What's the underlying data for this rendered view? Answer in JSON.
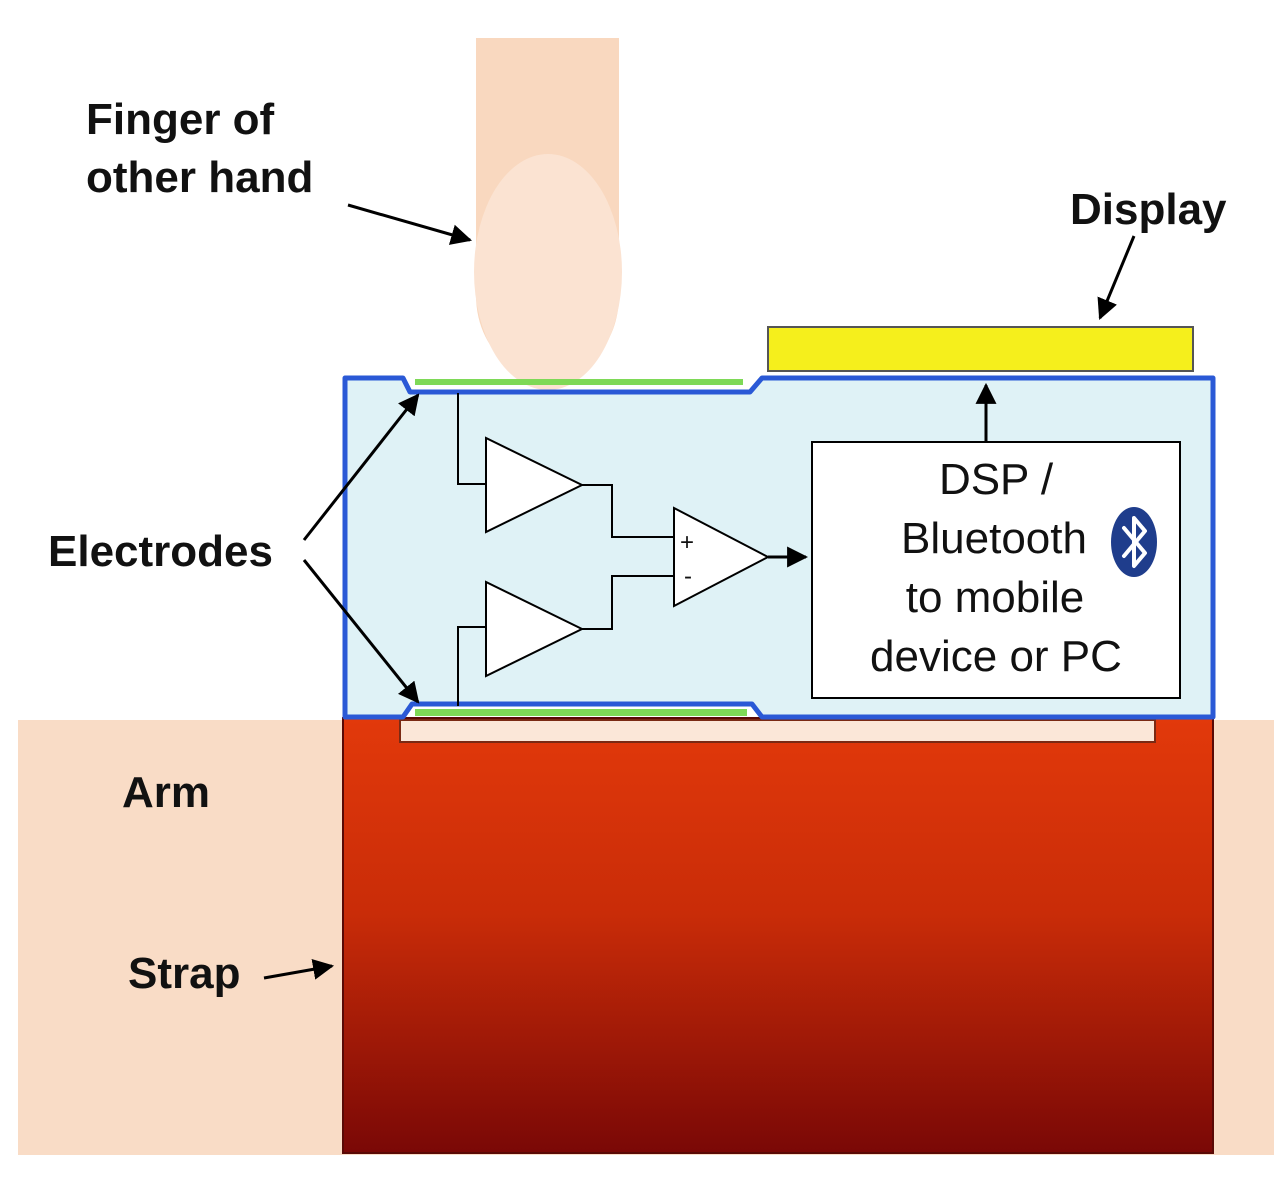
{
  "labels": {
    "finger_line1": "Finger of",
    "finger_line2": "other hand",
    "display": "Display",
    "electrodes": "Electrodes",
    "arm": "Arm",
    "strap": "Strap"
  },
  "dsp_box": {
    "line1": "DSP /",
    "line2": "Bluetooth",
    "line3": "to mobile",
    "line4": "device or PC"
  },
  "amp_signs": {
    "plus": "+",
    "minus": "-"
  },
  "icons": {
    "bluetooth": "bluetooth-icon"
  },
  "colors": {
    "skin": "#f9dcc6",
    "fingernail": "#fbe7d8",
    "device_body": "#dff2f6",
    "device_outline": "#2a59d6",
    "electrode": "#7ed957",
    "display": "#f5ef1c",
    "strap_top": "#e0380d",
    "strap_bottom": "#7e0a06",
    "bluetooth_badge": "#1f3d8c"
  }
}
